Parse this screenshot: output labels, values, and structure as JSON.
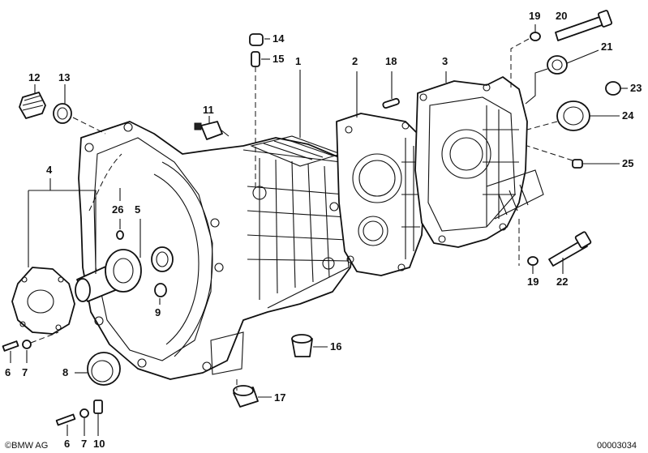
{
  "diagram": {
    "labels": [
      {
        "id": "1",
        "text": "1"
      },
      {
        "id": "2",
        "text": "2"
      },
      {
        "id": "3",
        "text": "3"
      },
      {
        "id": "4",
        "text": "4"
      },
      {
        "id": "5",
        "text": "5"
      },
      {
        "id": "6a",
        "text": "6"
      },
      {
        "id": "7a",
        "text": "7"
      },
      {
        "id": "8",
        "text": "8"
      },
      {
        "id": "9",
        "text": "9"
      },
      {
        "id": "11",
        "text": "11"
      },
      {
        "id": "12",
        "text": "12"
      },
      {
        "id": "13",
        "text": "13"
      },
      {
        "id": "14",
        "text": "14"
      },
      {
        "id": "15",
        "text": "15"
      },
      {
        "id": "16",
        "text": "16"
      },
      {
        "id": "17",
        "text": "17"
      },
      {
        "id": "18",
        "text": "18"
      },
      {
        "id": "19a",
        "text": "19"
      },
      {
        "id": "19b",
        "text": "19"
      },
      {
        "id": "20",
        "text": "20"
      },
      {
        "id": "21",
        "text": "21"
      },
      {
        "id": "22",
        "text": "22"
      },
      {
        "id": "23",
        "text": "23"
      },
      {
        "id": "24",
        "text": "24"
      },
      {
        "id": "25",
        "text": "25"
      },
      {
        "id": "26",
        "text": "26"
      },
      {
        "id": "6b",
        "text": "6"
      },
      {
        "id": "7b",
        "text": "7"
      },
      {
        "id": "10",
        "text": "10"
      }
    ],
    "footer": {
      "brand": "©BMW AG",
      "code": "00003034"
    }
  }
}
